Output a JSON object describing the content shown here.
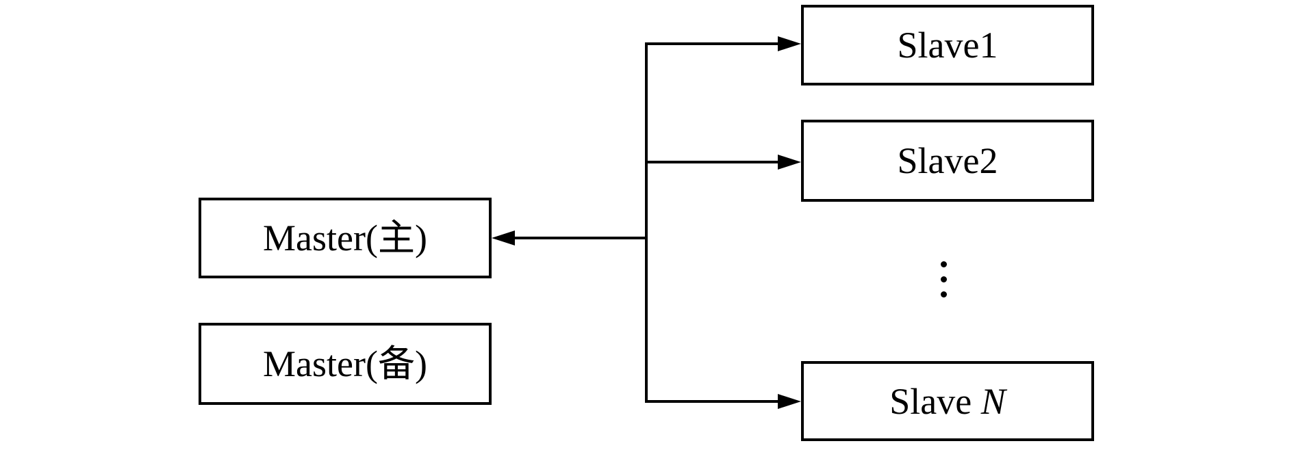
{
  "diagram": {
    "type": "master-slave-architecture",
    "colors": {
      "background": "#ffffff",
      "line": "#000000",
      "text": "#000000"
    },
    "nodes": {
      "master_primary": {
        "label": "Master(主)"
      },
      "master_backup": {
        "label": "Master(备)"
      },
      "slave_1": {
        "label": "Slave1"
      },
      "slave_2": {
        "label": "Slave2"
      },
      "slave_n": {
        "label_prefix": "Slave ",
        "label_variable": "N"
      }
    },
    "ellipsis": {
      "meaning": "more-slaves",
      "dot_count": 3
    },
    "edges": [
      {
        "from": "bus",
        "to": "master_primary",
        "arrow": "left"
      },
      {
        "from": "bus",
        "to": "slave_1",
        "arrow": "right"
      },
      {
        "from": "bus",
        "to": "slave_2",
        "arrow": "right"
      },
      {
        "from": "bus",
        "to": "slave_n",
        "arrow": "right"
      }
    ]
  }
}
